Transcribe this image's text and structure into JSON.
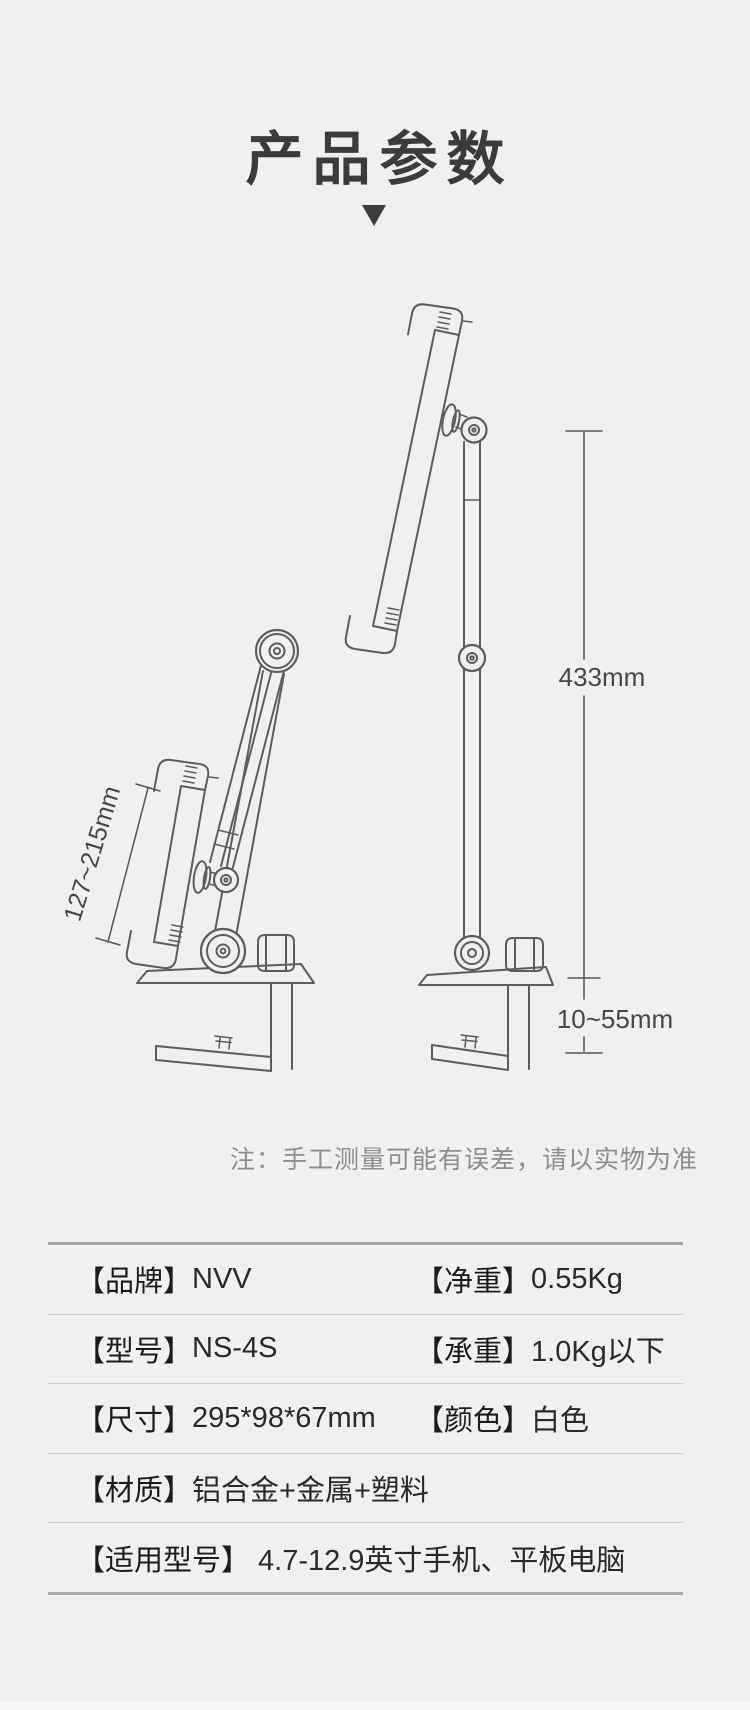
{
  "title": "产品参数",
  "diagram": {
    "labels": {
      "holder_range": "127~215mm",
      "pole_height": "433mm",
      "clamp_range": "10~55mm"
    },
    "note": "注：手工测量可能有误差，请以实物为准"
  },
  "specs": {
    "rows": [
      {
        "cells": [
          {
            "label": "【品牌】",
            "value": "NVV"
          },
          {
            "label": "【净重】",
            "value": "0.55Kg"
          }
        ]
      },
      {
        "cells": [
          {
            "label": "【型号】",
            "value": "NS-4S"
          },
          {
            "label": "【承重】",
            "value": "1.0Kg以下"
          }
        ]
      },
      {
        "cells": [
          {
            "label": "【尺寸】",
            "value": "295*98*67mm"
          },
          {
            "label": "【颜色】",
            "value": "白色"
          }
        ]
      },
      {
        "cells": [
          {
            "label": "【材质】",
            "value": "铝合金+金属+塑料"
          }
        ]
      },
      {
        "cells": [
          {
            "label": "【适用型号】",
            "value": "4.7-12.9英寸手机、平板电脑"
          }
        ]
      }
    ]
  },
  "colors": {
    "background": "#f0f0f0",
    "title_text": "#3b3b3b",
    "line_art": "#5d5d5d",
    "note_text": "#8e8e8e",
    "table_text": "#222222",
    "table_outer_border": "#ababab",
    "row_divider": "#cdcdcd"
  }
}
